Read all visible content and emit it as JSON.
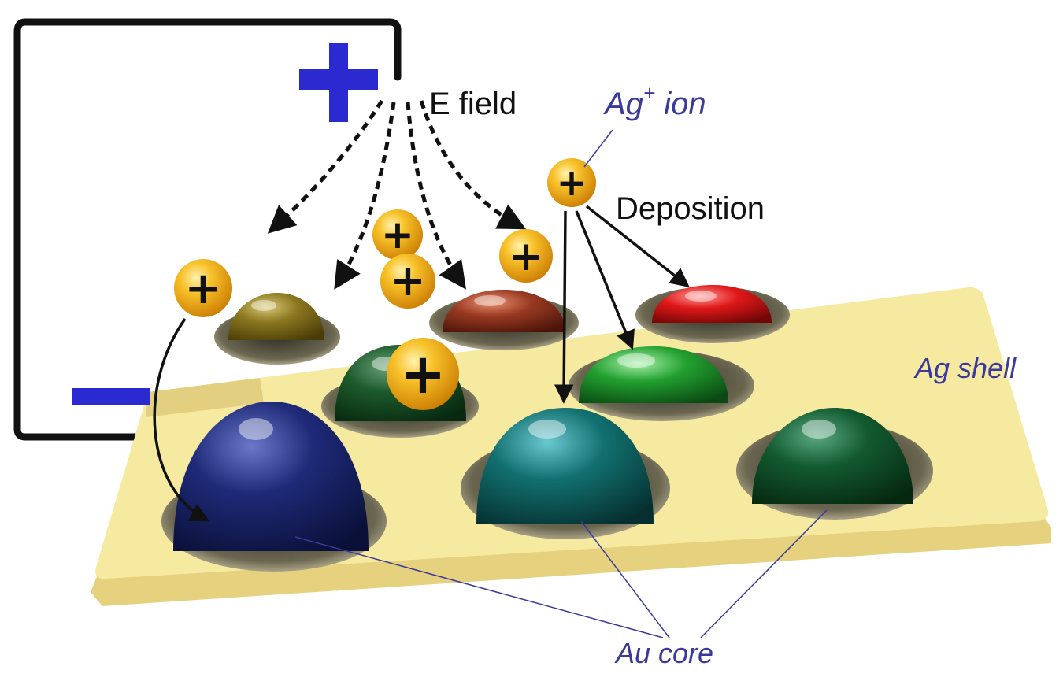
{
  "labels": {
    "e_field": "E field",
    "ag_ion_main": "Ag",
    "ag_ion_sup": "+",
    "ag_ion_tail": " ion",
    "deposition": "Deposition",
    "ag_shell": "Ag shell",
    "au_core": "Au core"
  },
  "electrodes": {
    "positive_sign": "+",
    "negative_sign": "−",
    "sign_color": "#2a2ad0"
  },
  "ion_symbol": "+",
  "colors": {
    "substrate": "#f6e9a0",
    "substrate_edge": "#e6d27e",
    "ion": "#f2ae12",
    "label_blue": "#3a3a9c"
  },
  "domes": [
    {
      "id": "dome-olive",
      "color": "#8c7820"
    },
    {
      "id": "dome-brown",
      "color": "#9a3a22"
    },
    {
      "id": "dome-red",
      "color": "#e01818"
    },
    {
      "id": "dome-darkgreen",
      "color": "#1c5a2a"
    },
    {
      "id": "dome-green",
      "color": "#22a030"
    },
    {
      "id": "dome-navy",
      "color": "#1e2a78"
    },
    {
      "id": "dome-teal",
      "color": "#127070"
    },
    {
      "id": "dome-forest",
      "color": "#125a30"
    }
  ]
}
